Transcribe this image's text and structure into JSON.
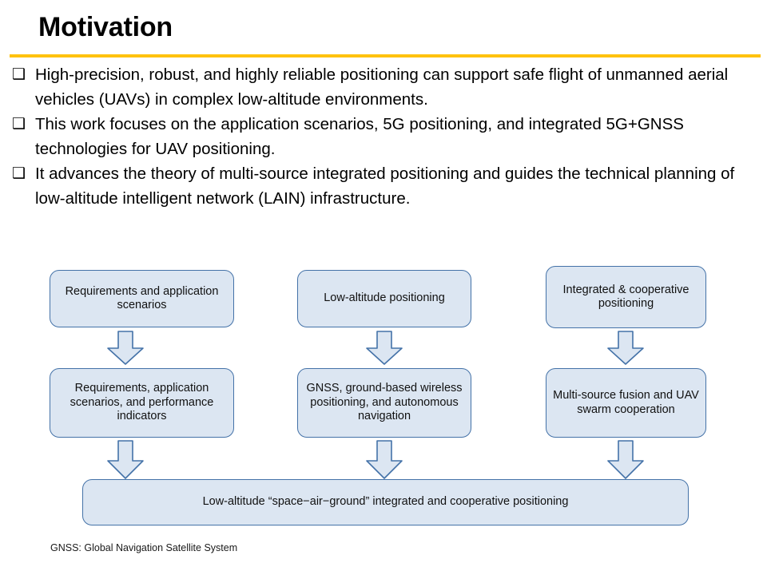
{
  "slide": {
    "title": "Motivation",
    "rule_color": "#FFC20E",
    "background": "#ffffff"
  },
  "bullets": {
    "marker_glyph": "❑",
    "marker_name": "hollow-square-bullet",
    "items": [
      "High-precision, robust, and highly reliable positioning can support safe flight of unmanned aerial vehicles (UAVs) in complex low-altitude environments.",
      "This work focuses on the application scenarios, 5G positioning, and integrated 5G+GNSS technologies for UAV positioning.",
      "It advances the theory of multi-source integrated positioning and guides the technical planning of low-altitude intelligent network (LAIN) infrastructure."
    ]
  },
  "diagram": {
    "node_fill": "#dce6f2",
    "node_border": "#4472a8",
    "arrow_fill": "#dce6f2",
    "arrow_border": "#4472a8",
    "columns": [
      {
        "top": "Requirements and application scenarios",
        "bottom": "Requirements, application scenarios, and performance indicators"
      },
      {
        "top": "Low-altitude positioning",
        "bottom": "GNSS, ground-based wireless positioning, and autonomous navigation"
      },
      {
        "top": "Integrated & cooperative positioning",
        "bottom": "Multi-source fusion and UAV swarm cooperation"
      }
    ],
    "result": "Low-altitude “space−air−ground” integrated and cooperative positioning"
  },
  "footnote": "GNSS: Global Navigation Satellite System"
}
